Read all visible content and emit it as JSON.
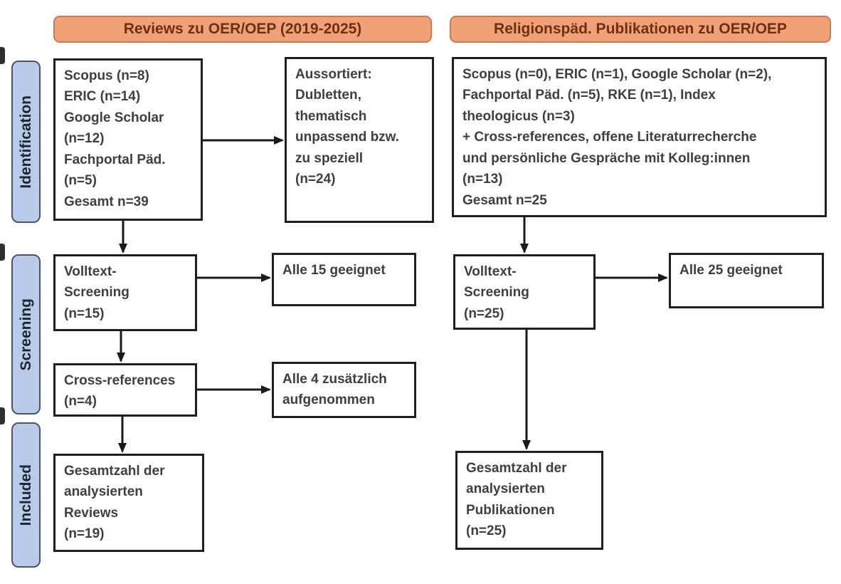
{
  "diagram": {
    "headers": {
      "left": "Reviews zu OER/OEP (2019-2025)",
      "right": "Religionspäd. Publikationen zu OER/OEP"
    },
    "stages": {
      "identification": "Identification",
      "screening": "Screening",
      "included": "Included"
    },
    "left": {
      "sources": "Scopus (n=8)\nERIC (n=14)\nGoogle Scholar\n(n=12)\nFachportal Päd.\n(n=5)\nGesamt n=39",
      "excluded": "Aussortiert:\nDubletten,\nthematisch\nunpassend bzw.\nzu speziell\n(n=24)",
      "fulltext": "Volltext-\nScreening\n(n=15)",
      "fulltext_result": "Alle 15 geeignet",
      "crossref": "Cross-references\n(n=4)",
      "crossref_result": "Alle 4 zusätzlich\naufgenommen",
      "included": "Gesamtzahl der\nanalysierten\nReviews\n(n=19)"
    },
    "right": {
      "sources": "Scopus (n=0), ERIC (n=1), Google Scholar (n=2),\nFachportal Päd. (n=5), RKE (n=1), Index\ntheologicus (n=3)\n+ Cross-references, offene Literaturrecherche\nund persönliche Gespräche mit Kolleg:innen\n(n=13)\nGesamt n=25",
      "fulltext": "Volltext-\nScreening\n(n=25)",
      "fulltext_result": "Alle 25 geeignet",
      "included": "Gesamtzahl der\nanalysierten\nPublikationen\n(n=25)"
    },
    "colors": {
      "header_fill": "#F1A176",
      "header_border": "#C97A4E",
      "header_text": "#6E3012",
      "stage_fill": "#B9CBE8",
      "stage_border": "#4A5568",
      "stage_text": "#1E2633",
      "box_border": "#1F1F1F",
      "box_text": "#3F3F3F",
      "arrow": "#1A1A1A"
    }
  }
}
